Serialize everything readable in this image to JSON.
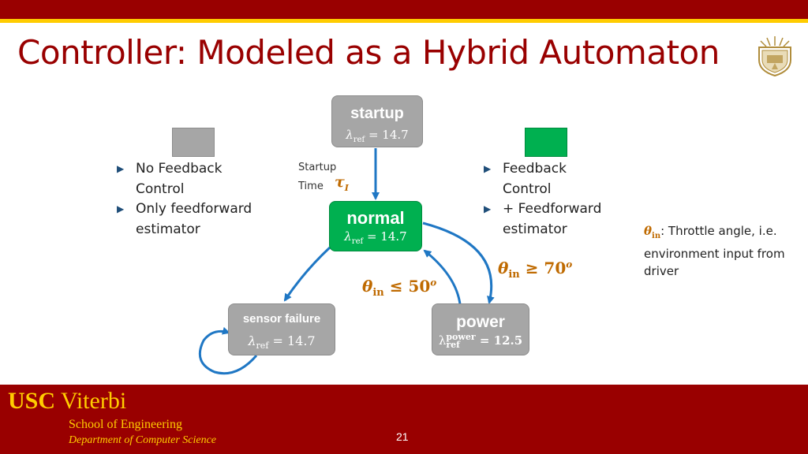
{
  "slide": {
    "title": "Controller: Modeled as a Hybrid Automaton",
    "page_number": "21"
  },
  "footer": {
    "usc": "USC",
    "viterbi": "Viterbi",
    "school": "School of Engineering",
    "department": "Department of Computer Science"
  },
  "legend": {
    "no_feedback": {
      "color": "#a6a6a6",
      "bullets": [
        {
          "lines": [
            "No Feedback",
            "Control"
          ]
        },
        {
          "lines": [
            "Only feedforward",
            "estimator"
          ]
        }
      ]
    },
    "feedback": {
      "color": "#00b050",
      "bullets": [
        {
          "lines": [
            "Feedback",
            "Control"
          ]
        },
        {
          "lines": [
            "+ Feedforward",
            "estimator"
          ]
        }
      ]
    }
  },
  "states": {
    "startup": {
      "name": "startup",
      "equation": "λref = 14.7",
      "eq_sym": "λ",
      "eq_sub": "ref",
      "eq_rest": " = 14.7"
    },
    "normal": {
      "name": "normal",
      "eq_sym": "λ",
      "eq_sub": "ref",
      "eq_rest": " = 14.7"
    },
    "sensor_failure": {
      "name": "sensor failure",
      "eq_sym": "λ",
      "eq_sub": "ref",
      "eq_rest": " = 14.7"
    },
    "power": {
      "name": "power",
      "eq_sym": "λ",
      "eq_sup": "power",
      "eq_sub": "ref",
      "eq_rest": " = 12.5"
    }
  },
  "transitions": {
    "startup_label_line1": "Startup",
    "startup_label_line2": "Time",
    "tau": "τ",
    "tau_sub": "I",
    "to_normal_guard": {
      "sym": "θ",
      "sub": "in",
      "op": "≤ 50",
      "sup": "o"
    },
    "to_power_guard": {
      "sym": "θ",
      "sub": "in",
      "op": "≥ 70",
      "sup": "o"
    }
  },
  "note": {
    "sym": "θ",
    "sub": "in",
    "text": ": Throttle angle, i.e. environment input from driver"
  },
  "colors": {
    "usc_cardinal": "#990000",
    "usc_gold": "#FFCC00",
    "arrow_blue": "#1f77c4",
    "math_orange": "#bf6a00"
  }
}
